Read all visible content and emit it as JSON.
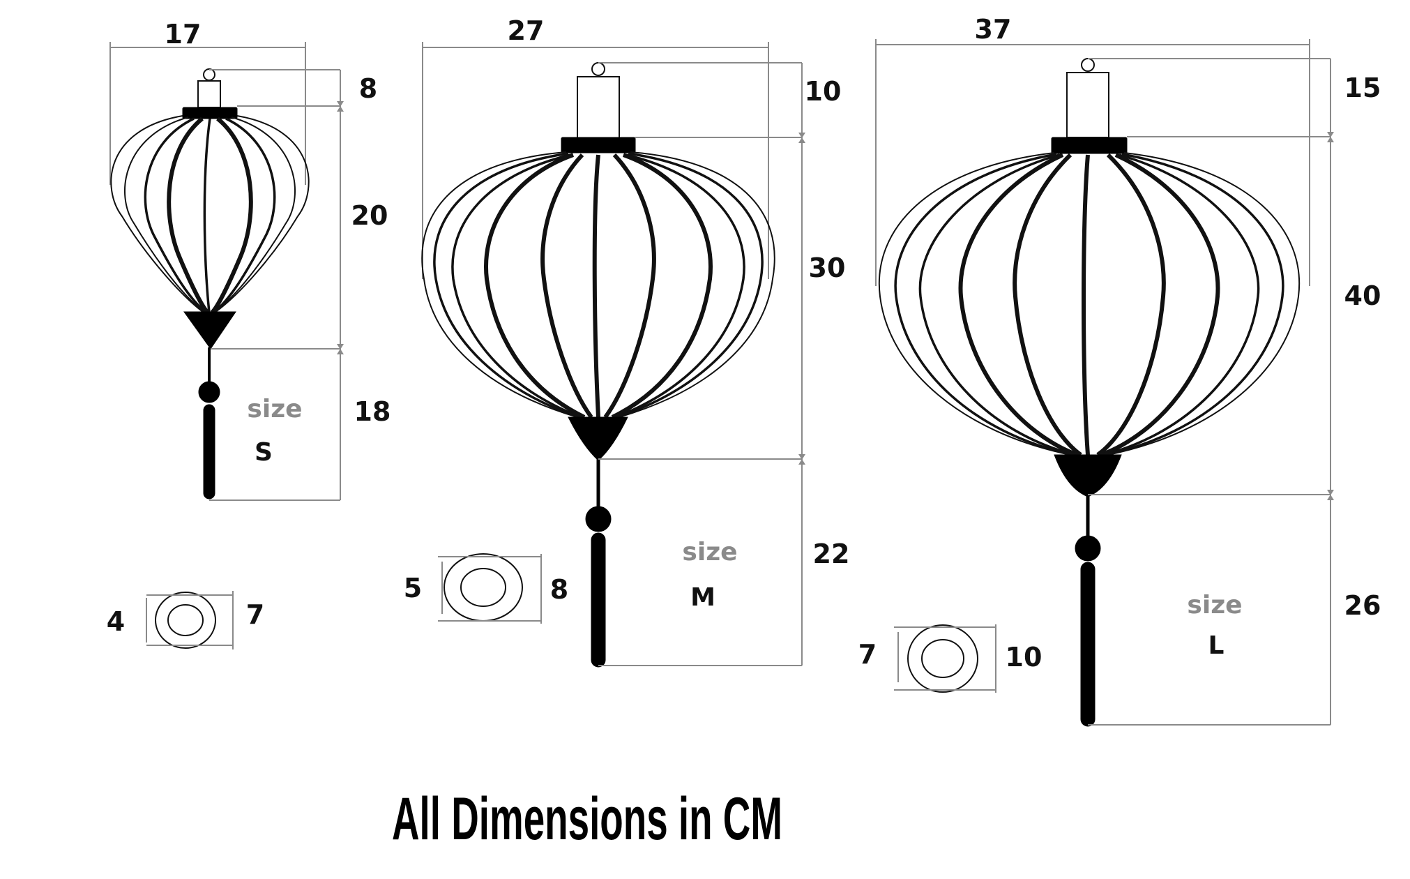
{
  "footer": "All Dimensions in CM",
  "lanterns": {
    "s": {
      "size_word": "size",
      "size_letter": "S",
      "width": "17",
      "hanger_height": "8",
      "body_height": "20",
      "tassel_length": "18",
      "opening_inner": "4",
      "opening_outer": "7"
    },
    "m": {
      "size_word": "size",
      "size_letter": "M",
      "width": "27",
      "hanger_height": "10",
      "body_height": "30",
      "tassel_length": "22",
      "opening_inner": "5",
      "opening_outer": "8"
    },
    "l": {
      "size_word": "size",
      "size_letter": "L",
      "width": "37",
      "hanger_height": "15",
      "body_height": "40",
      "tassel_length": "26",
      "opening_inner": "7",
      "opening_outer": "10"
    }
  }
}
